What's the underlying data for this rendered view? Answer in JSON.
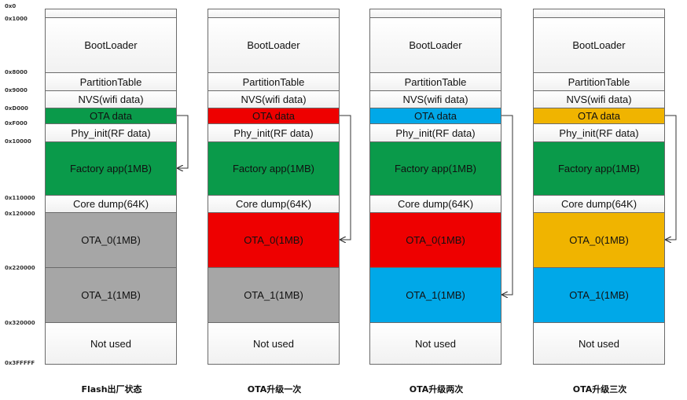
{
  "addresses": [
    "0x0",
    "0x1000",
    "0x8000",
    "0x9000",
    "0xD000",
    "0xF000",
    "0x10000",
    "0x110000",
    "0x120000",
    "0x220000",
    "0x320000",
    "0x3FFFFF"
  ],
  "partitions": {
    "bootloader": "BootLoader",
    "partition_table": "PartitionTable",
    "nvs": "NVS(wifi data)",
    "ota_data": "OTA data",
    "phy_init": "Phy_init(RF data)",
    "factory": "Factory app(1MB)",
    "core_dump": "Core dump(64K)",
    "ota_0": "OTA_0(1MB)",
    "ota_1": "OTA_1(1MB)",
    "not_used": "Not used"
  },
  "columns": [
    {
      "caption": "Flash出厂状态",
      "ota_data_color": "#0a9a4a",
      "factory_color": "#0a9a4a",
      "ota_0_color": "#a6a6a6",
      "ota_1_color": "#a6a6a6",
      "arrow_target": "factory"
    },
    {
      "caption": "OTA升级一次",
      "ota_data_color": "#ee0000",
      "factory_color": "#0a9a4a",
      "ota_0_color": "#ee0000",
      "ota_1_color": "#a6a6a6",
      "arrow_target": "ota_0"
    },
    {
      "caption": "OTA升级两次",
      "ota_data_color": "#00a8e8",
      "factory_color": "#0a9a4a",
      "ota_0_color": "#ee0000",
      "ota_1_color": "#00a8e8",
      "arrow_target": "ota_1"
    },
    {
      "caption": "OTA升级三次",
      "ota_data_color": "#f0b400",
      "factory_color": "#0a9a4a",
      "ota_0_color": "#f0b400",
      "ota_1_color": "#00a8e8",
      "arrow_target": "ota_0"
    }
  ]
}
